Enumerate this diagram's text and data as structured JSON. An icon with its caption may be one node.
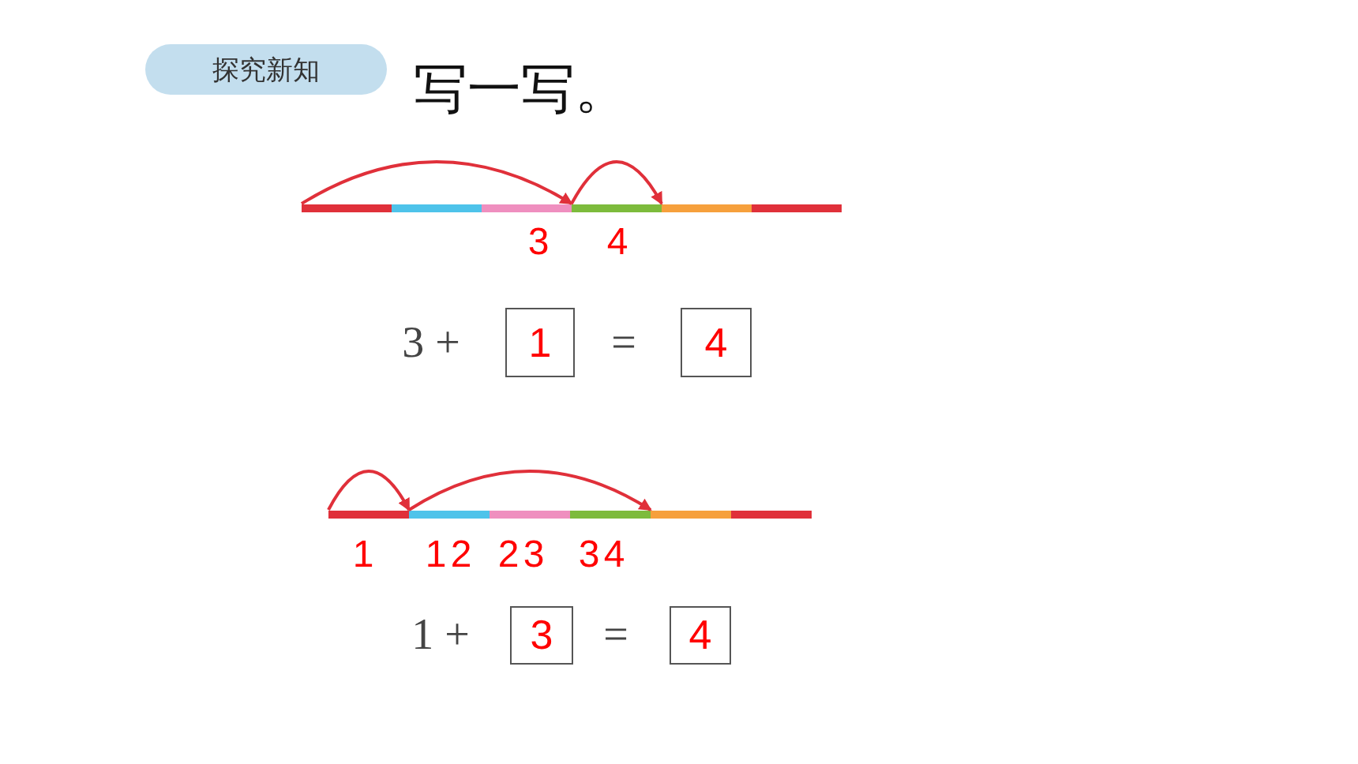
{
  "diagram": {
    "title": "写一写。",
    "nodes": [
      {
        "text": [
          "探究新知"
        ]
      },
      {
        "text": [
          "1"
        ]
      },
      {
        "text": [
          "4"
        ]
      },
      {
        "text": [
          "3"
        ]
      },
      {
        "text": [
          "4"
        ]
      }
    ],
    "labels": [
      "3",
      "4",
      "3 +",
      "=",
      "1",
      "1",
      "2",
      "2",
      "3",
      "3",
      "4",
      "1 +",
      "="
    ]
  }
}
